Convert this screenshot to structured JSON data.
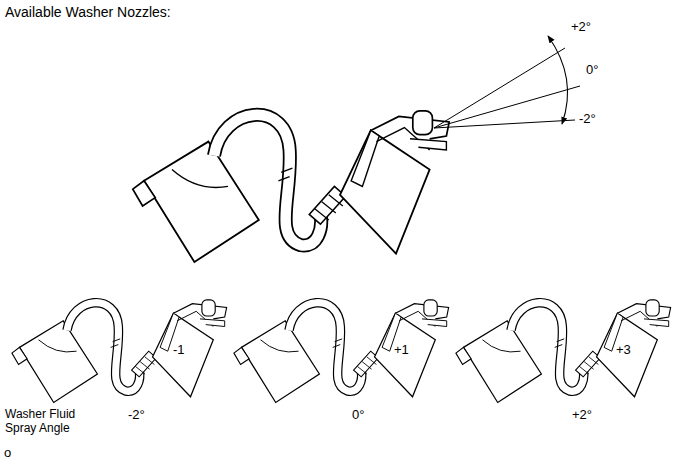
{
  "diagram": {
    "title": "Available Washer Nozzles:",
    "labels": [
      "+2°",
      "0°",
      "-2°",
      "-1",
      "+1",
      "+3",
      "Washer Fluid Spray Angle",
      "-2°",
      "0°",
      "+2°",
      "o"
    ]
  }
}
